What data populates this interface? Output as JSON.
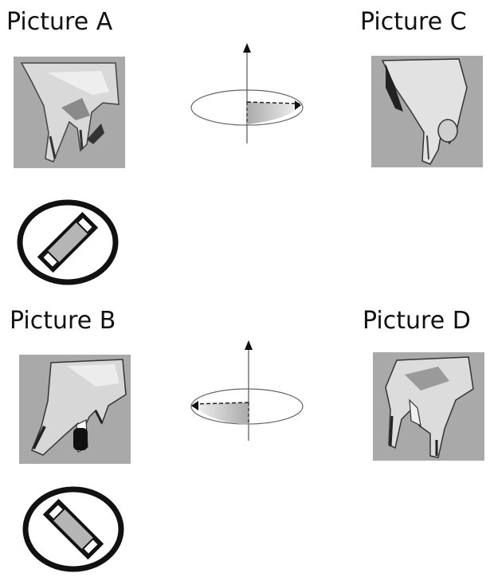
{
  "labels": {
    "a": "Picture A",
    "b": "Picture B",
    "c": "Picture C",
    "d": "Picture D"
  },
  "colors": {
    "panel_bg": "#a9a9a9",
    "hand_light": "#d9d9d9",
    "hand_mid": "#b8b8b8",
    "outline": "#111111",
    "ellipse": "#555555",
    "ellipse_fill": "#cfcfcf"
  },
  "icons": {
    "a": "hand-pinch-down-icon",
    "b": "hand-pinch-down-icon",
    "c": "hand-pinch-down-icon",
    "d": "hand-pinch-down-icon",
    "rotation_top": "rotation-clockwise-axis-icon",
    "rotation_bottom": "rotation-counterclockwise-axis-icon",
    "symbol_top": "rotated-bar-in-circle-icon",
    "symbol_bottom": "rotated-bar-in-circle-icon"
  }
}
